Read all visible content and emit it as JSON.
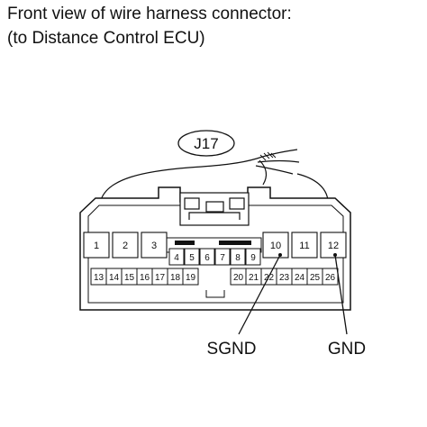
{
  "title": {
    "line1": "Front view of wire harness connector:",
    "line2": "(to Distance Control ECU)"
  },
  "connector": {
    "name": "J17",
    "pins_upper_left": [
      "1",
      "2",
      "3"
    ],
    "pins_upper_right": [
      "10",
      "11",
      "12"
    ],
    "pins_middle": [
      "4",
      "5",
      "6",
      "7",
      "8",
      "9"
    ],
    "pins_lower_left": [
      "13",
      "14",
      "15",
      "16",
      "17",
      "18",
      "19"
    ],
    "pins_lower_right": [
      "20",
      "21",
      "22",
      "23",
      "24",
      "25",
      "26"
    ]
  },
  "callouts": {
    "sgnd": "SGND",
    "gnd": "GND"
  }
}
